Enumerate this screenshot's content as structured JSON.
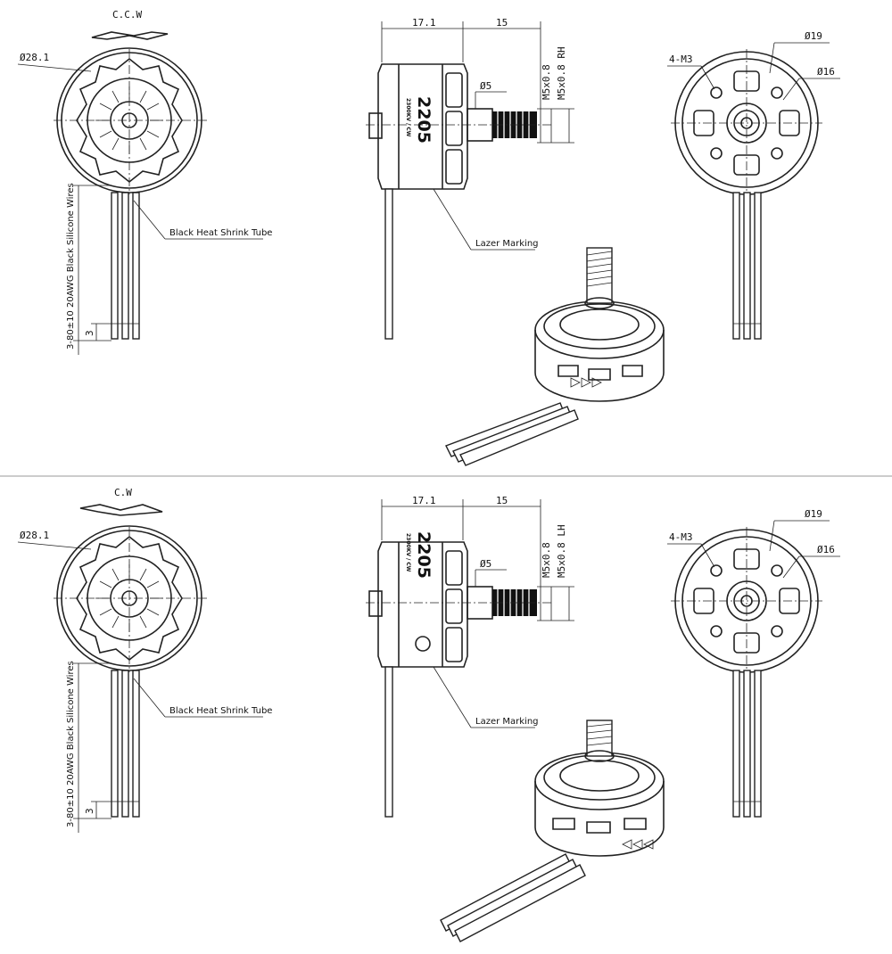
{
  "views": [
    {
      "rotation": "C.C.W",
      "dia_outer": "Ø28.1",
      "shrink_tube": "Black Heat Shrink Tube",
      "wire_spec": "3-80±10 20AWG Black Silicone Wires",
      "strip_len": "3",
      "width_body": "17.1",
      "width_shaft": "15",
      "shaft_dia": "Ø5",
      "thread_1": "M5x0.8",
      "thread_2": "M5x0.8 RH",
      "model": "2205",
      "kv_dir": "2300KV / CW",
      "marking": "Lazer Marking",
      "holes": "4-M3",
      "dia_19": "Ø19",
      "dia_16": "Ø16"
    },
    {
      "rotation": "C.W",
      "dia_outer": "Ø28.1",
      "shrink_tube": "Black Heat Shrink Tube",
      "wire_spec": "3-80±10 20AWG Black Silicone Wires",
      "strip_len": "3",
      "width_body": "17.1",
      "width_shaft": "15",
      "shaft_dia": "Ø5",
      "thread_1": "M5x0.8",
      "thread_2": "M5x0.8 LH",
      "model": "2205",
      "kv_dir": "2300KV / CW",
      "marking": "Lazer Marking",
      "holes": "4-M3",
      "dia_19": "Ø19",
      "dia_16": "Ø16"
    }
  ],
  "colors": {
    "line": "#222222",
    "background": "#ffffff",
    "divider": "#cccccc"
  }
}
